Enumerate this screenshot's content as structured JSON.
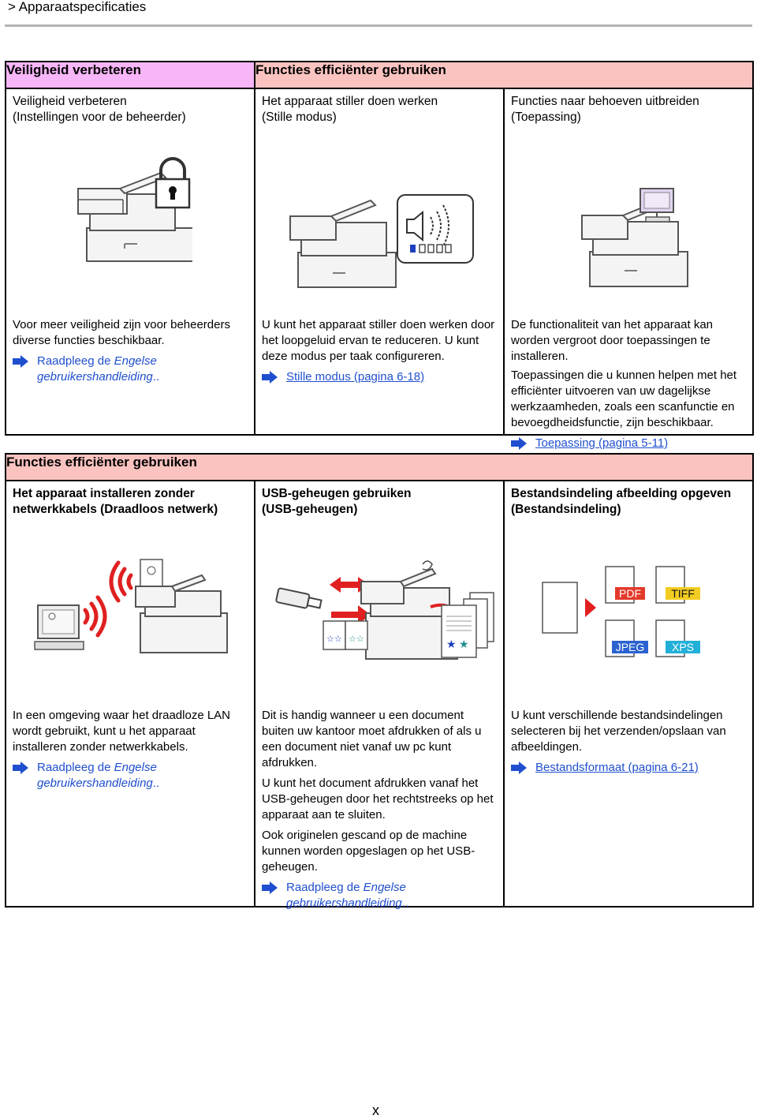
{
  "breadcrumb": "> Apparaatspecificaties",
  "page_number": "x",
  "section1": {
    "header_left": "Veiligheid verbeteren",
    "header_right": "Functies efficiënter gebruiken",
    "cells": [
      {
        "title_line1": "Veiligheid verbeteren",
        "title_line2": "(Instellingen voor de beheerder)",
        "desc": [
          "Voor meer veiligheid zijn voor beheerders diverse functies beschikbaar."
        ],
        "ref_prefix": "Raadpleeg de ",
        "ref_italic": "Engelse gebruikershandleiding",
        "ref_suffix": ".."
      },
      {
        "title_line1": "Het apparaat stiller doen werken",
        "title_line2": "(Stille modus)",
        "desc": [
          "U kunt het apparaat stiller doen werken door het loopgeluid ervan te reduceren. U kunt deze modus per taak configureren."
        ],
        "link": "Stille modus (pagina 6-18)"
      },
      {
        "title_line1": "Functies naar behoeven uitbreiden",
        "title_line2": "(Toepassing)",
        "desc": [
          "De functionaliteit van het apparaat kan worden vergroot door toepassingen te installeren.",
          "Toepassingen die u kunnen helpen met het efficiënter uitvoeren van uw dagelijkse werkzaamheden, zoals een scanfunctie en bevoegdheidsfunctie, zijn beschikbaar."
        ],
        "link": "Toepassing (pagina 5-11)"
      }
    ]
  },
  "section2": {
    "header": "Functies efficiënter gebruiken",
    "cells": [
      {
        "title_line1": "Het apparaat installeren zonder",
        "title_line2": "netwerkkabels (Draadloos netwerk)",
        "desc": [
          "In een omgeving waar het draadloze LAN wordt gebruikt, kunt u het apparaat installeren zonder netwerkkabels."
        ],
        "ref_prefix": "Raadpleeg de ",
        "ref_italic": "Engelse gebruikershandleiding",
        "ref_suffix": ".."
      },
      {
        "title_line1": "USB-geheugen gebruiken",
        "title_line2": "(USB-geheugen)",
        "desc": [
          "Dit is handig wanneer u een document buiten uw kantoor moet afdrukken of als u een document niet vanaf uw pc kunt afdrukken.",
          "U kunt het document afdrukken vanaf het USB-geheugen door het rechtstreeks op het apparaat aan te sluiten.",
          "Ook originelen gescand op de machine kunnen worden opgeslagen op het USB-geheugen."
        ],
        "ref_prefix": "Raadpleeg de ",
        "ref_italic": "Engelse gebruikershandleiding",
        "ref_suffix": ".."
      },
      {
        "title_line1": "Bestandsindeling afbeelding opgeven",
        "title_line2": "(Bestandsindeling)",
        "desc": [
          "U kunt verschillende bestandsindelingen selecteren bij het verzenden/opslaan van afbeeldingen."
        ],
        "link": "Bestandsformaat (pagina 6-21)",
        "formats": [
          "PDF",
          "TIFF",
          "JPEG",
          "XPS"
        ]
      }
    ]
  },
  "colors": {
    "header_pink": "#f7b6f7",
    "header_salmon": "#fbc3c0",
    "link_blue": "#1f4fcf",
    "accent_red": "#e02020"
  }
}
